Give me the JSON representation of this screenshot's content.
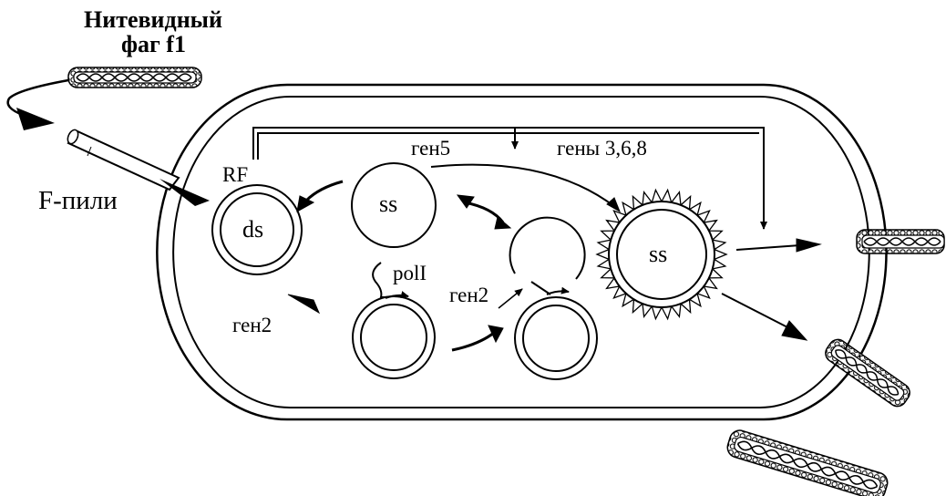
{
  "title": {
    "line1": "Нитевидный",
    "line2": "фаг f1"
  },
  "labels": {
    "f_pili": "F-пили",
    "rf": "RF",
    "ds": "ds",
    "ss_top": "ss",
    "ss_coated": "ss",
    "gene5": "ген5",
    "genes_368": "гены 3,6,8",
    "pol1": "polI",
    "gene2_left": "ген2",
    "gene2_mid": "ген2"
  },
  "colors": {
    "ink": "#000000",
    "background": "#ffffff"
  }
}
